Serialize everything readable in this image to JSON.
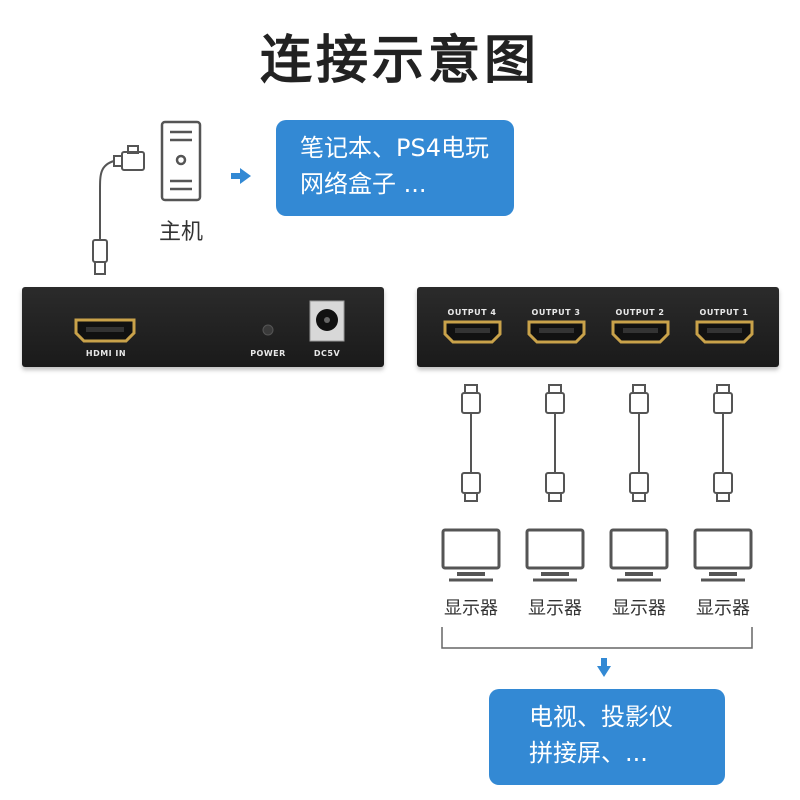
{
  "title": "连接示意图",
  "source_box": {
    "line1": "笔记本、PS4电玩",
    "line2": "网络盒子 ..."
  },
  "host_label": "主机",
  "input_device": {
    "hdmi_in_label": "HDMI IN",
    "power_label": "POWER",
    "dc_label": "DC5V"
  },
  "output_device": {
    "ports": [
      "OUTPUT 4",
      "OUTPUT 3",
      "OUTPUT 2",
      "OUTPUT 1"
    ]
  },
  "monitors": [
    "显示器",
    "显示器",
    "显示器",
    "显示器"
  ],
  "target_box": {
    "line1": "电视、投影仪",
    "line2": "拼接屏、..."
  },
  "colors": {
    "accent": "#3389d4",
    "device": "#222222",
    "port_gold": "#c9a24a",
    "icon_gray": "#555555"
  }
}
